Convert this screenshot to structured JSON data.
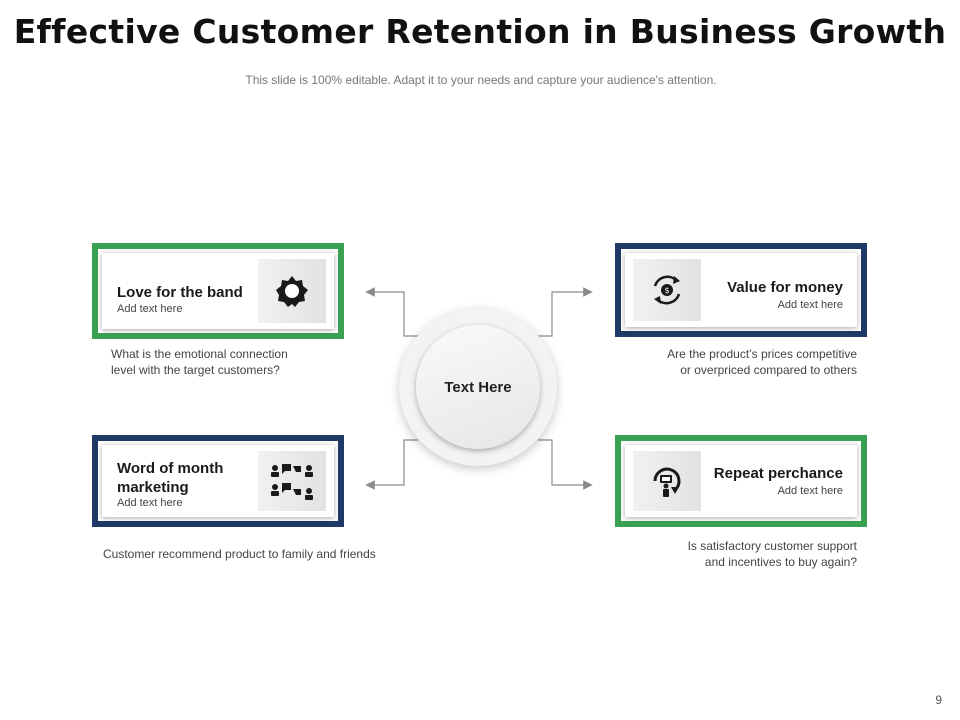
{
  "slide": {
    "title": "Effective Customer Retention in Business Growth",
    "subtitle": "This slide is 100% editable. Adapt it to your needs and capture your audience's attention.",
    "page_number": "9"
  },
  "center": {
    "label": "Text Here"
  },
  "cards": {
    "top_left": {
      "title": "Love for the band",
      "subtitle": "Add text here",
      "description_line1": "What is the emotional connection",
      "description_line2": "level  with the target customers?",
      "icon": "star-badge-icon",
      "border_color": "#3aa152"
    },
    "top_right": {
      "title": "Value for money",
      "subtitle": "Add text here",
      "description_line1": "Are the product’s prices competitive",
      "description_line2": "or overpriced  compared to others",
      "icon": "money-cycle-icon",
      "border_color": "#1f3a66"
    },
    "bottom_left": {
      "title_line1": "Word of month",
      "title_line2": "marketing",
      "subtitle": "Add text here",
      "description_line1": "Customer recommend  product to family and friends",
      "icon": "people-communication-icon",
      "border_color": "#1f3a66"
    },
    "bottom_right": {
      "title": "Repeat perchance",
      "subtitle": "Add text here",
      "description_line1": "Is satisfactory customer support",
      "description_line2": "and incentives to buy again?",
      "icon": "repeat-purchase-icon",
      "border_color": "#3aa152"
    }
  }
}
